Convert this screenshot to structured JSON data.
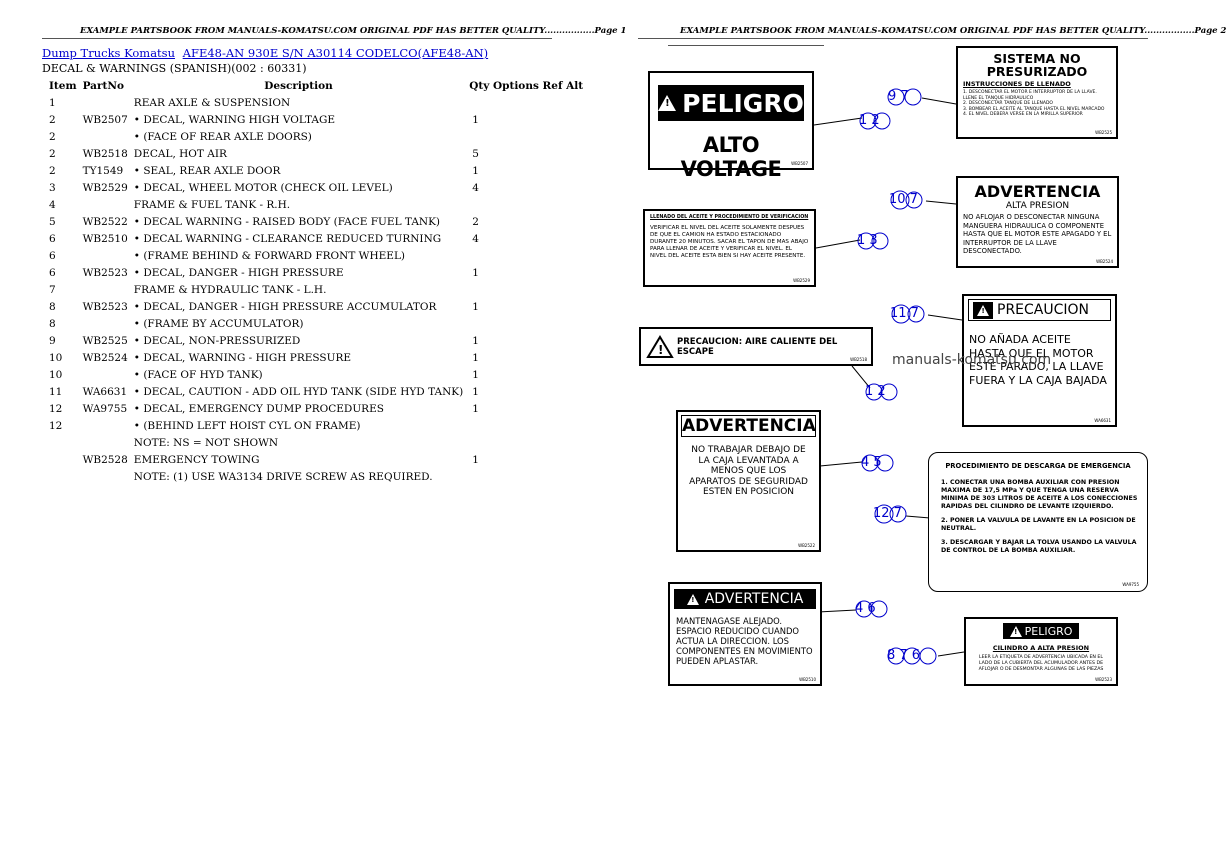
{
  "page1": {
    "header": "EXAMPLE PARTSBOOK FROM MANUALS-KOMATSU.COM ORIGINAL PDF HAS BETTER QUALITY.................Page 1",
    "breadcrumb": [
      "Dump Trucks Komatsu",
      "AFE48-AN 930E S/N A30114 CODELCO(AFE48-AN)"
    ],
    "subtitle": "DECAL & WARNINGS (SPANISH)(002 : 60331)",
    "columns": [
      "Item",
      "PartNo",
      "Description",
      "Qty",
      "Options",
      "Ref",
      "Alt"
    ],
    "rows": [
      {
        "item": "1",
        "part": "",
        "desc": "REAR AXLE & SUSPENSION",
        "qty": ""
      },
      {
        "item": "2",
        "part": "WB2507",
        "desc": "• DECAL, WARNING HIGH VOLTAGE",
        "qty": "1"
      },
      {
        "item": "2",
        "part": "",
        "desc": "• (FACE OF REAR AXLE DOORS)",
        "qty": ""
      },
      {
        "item": "2",
        "part": "WB2518",
        "desc": "DECAL, HOT AIR",
        "qty": "5"
      },
      {
        "item": "2",
        "part": "TY1549",
        "desc": "• SEAL, REAR AXLE DOOR",
        "qty": "1"
      },
      {
        "item": "3",
        "part": "WB2529",
        "desc": "• DECAL, WHEEL MOTOR (CHECK OIL LEVEL)",
        "qty": "4"
      },
      {
        "item": "4",
        "part": "",
        "desc": "FRAME & FUEL TANK - R.H.",
        "qty": ""
      },
      {
        "item": "5",
        "part": "WB2522",
        "desc": "• DECAL WARNING - RAISED BODY (FACE FUEL TANK)",
        "qty": "2"
      },
      {
        "item": "6",
        "part": "WB2510",
        "desc": "• DECAL WARNING - CLEARANCE REDUCED TURNING",
        "qty": "4"
      },
      {
        "item": "6",
        "part": "",
        "desc": "• (FRAME BEHIND & FORWARD FRONT WHEEL)",
        "qty": ""
      },
      {
        "item": "6",
        "part": "WB2523",
        "desc": "• DECAL, DANGER - HIGH PRESSURE",
        "qty": "1"
      },
      {
        "item": "7",
        "part": "",
        "desc": "FRAME & HYDRAULIC TANK - L.H.",
        "qty": ""
      },
      {
        "item": "8",
        "part": "WB2523",
        "desc": "• DECAL, DANGER - HIGH PRESSURE ACCUMULATOR",
        "qty": "1"
      },
      {
        "item": "8",
        "part": "",
        "desc": "• (FRAME BY ACCUMULATOR)",
        "qty": ""
      },
      {
        "item": "9",
        "part": "WB2525",
        "desc": "• DECAL, NON-PRESSURIZED",
        "qty": "1"
      },
      {
        "item": "10",
        "part": "WB2524",
        "desc": "• DECAL, WARNING - HIGH PRESSURE",
        "qty": "1"
      },
      {
        "item": "10",
        "part": "",
        "desc": "• (FACE OF HYD TANK)",
        "qty": "1"
      },
      {
        "item": "11",
        "part": "WA6631",
        "desc": "• DECAL, CAUTION - ADD OIL HYD TANK (SIDE HYD TANK)",
        "qty": "1"
      },
      {
        "item": "12",
        "part": "WA9755",
        "desc": "• DECAL, EMERGENCY DUMP PROCEDURES",
        "qty": "1"
      },
      {
        "item": "12",
        "part": "",
        "desc": "• (BEHIND LEFT HOIST CYL ON FRAME)",
        "qty": ""
      },
      {
        "item": "",
        "part": "",
        "desc": "NOTE: NS = NOT SHOWN",
        "qty": ""
      },
      {
        "item": "",
        "part": "WB2528",
        "desc": "EMERGENCY TOWING",
        "qty": "1"
      },
      {
        "item": "",
        "part": "",
        "desc": "NOTE: (1) USE WA3134 DRIVE SCREW AS REQUIRED.",
        "qty": ""
      }
    ]
  },
  "page2": {
    "header": "EXAMPLE PARTSBOOK FROM MANUALS-KOMATSU.COM ORIGINAL PDF HAS BETTER QUALITY.................Page 2",
    "watermark": "manuals-komatsu.com",
    "decals": {
      "peligro_voltage": {
        "line1": "PELIGRO",
        "line2": "ALTO VOLTAGE",
        "code": "WB2507"
      },
      "sistema": {
        "title1": "SISTEMA NO",
        "title2": "PRESURIZADO",
        "sub": "INSTRUCCIONES DE LLENADO",
        "items": [
          "1. DESCONECTAR EL MOTOR E INTERRUPTOR DE LA LLAVE. LLENE EL TANQUE HIDRAULICO",
          "2. DESCONECTAR TANQUE DE LLENADO",
          "3. BOMBEAR EL ACEITE AL TANQUE HASTA EL NIVEL MARCADO",
          "4. EL NIVEL DEBERA VERSE EN LA MIRILLA SUPERIOR"
        ],
        "code": "WB2525"
      },
      "llenado": {
        "title": "LLENADO DEL ACEITE Y PROCEDIMIENTO DE VERIFICACION",
        "body": "VERIFICAR EL NIVEL DEL ACEITE SOLAMENTE DESPUES DE QUE EL CAMION HA ESTADO ESTACIONADO DURANTE 20 MINUTOS. SACAR EL TAPON DE MAS ABAJO PARA LLENAR DE ACEITE Y VERIFICAR EL NIVEL. EL NIVEL DEL ACEITE ESTA BIEN SI HAY ACEITE PRESENTE.",
        "code": "WB2529"
      },
      "advertencia_presion": {
        "title": "ADVERTENCIA",
        "sub": "ALTA PRESION",
        "body": "NO AFLOJAR O DESCONECTAR NINGUNA MANGUERA HIDRAULICA O COMPONENTE HASTA QUE EL MOTOR ESTE APAGADO Y EL INTERRUPTOR DE LA LLAVE DESCONECTADO.",
        "code": "WB2524"
      },
      "aire_caliente": {
        "text": "PRECAUCION: AIRE CALIENTE DEL ESCAPE",
        "code": "WB2518"
      },
      "precaucion": {
        "title": "PRECAUCION",
        "body": "NO AÑADA ACEITE HASTA QUE EL MOTOR ESTE PARADO, LA LLAVE FUERA Y LA CAJA BAJADA",
        "code": "WA6631"
      },
      "advertencia_caja": {
        "title": "ADVERTENCIA",
        "body": "NO TRABAJAR DEBAJO DE LA CAJA LEVANTADA A MENOS QUE LOS APARATOS DE SEGURIDAD ESTEN EN POSICION",
        "code": "WB2522"
      },
      "descarga": {
        "title": "PROCEDIMIENTO DE DESCARGA DE EMERGENCIA",
        "items": [
          "1. CONECTAR UNA BOMBA AUXILIAR CON PRESION MAXIMA DE 17,5 MPa Y QUE TENGA UNA RESERVA MINIMA DE 303 LITROS DE ACEITE A LOS CONECCIONES RAPIDAS DEL CILINDRO DE LEVANTE IZQUIERDO.",
          "2. PONER LA VALVULA DE LAVANTE EN LA POSICION DE NEUTRAL.",
          "3. DESCARGAR Y BAJAR LA TOLVA USANDO LA VALVULA DE CONTROL DE LA BOMBA AUXILIAR."
        ],
        "code": "WA9755"
      },
      "advertencia_alejado": {
        "title": "ADVERTENCIA",
        "body": "MANTENAGASE ALEJADO. ESPACIO REDUCIDO CUANDO ACTUA LA DIRECCION. LOS COMPONENTES EN MOVIMIENTO PUEDEN APLASTAR.",
        "code": "WB2510"
      },
      "peligro_cilindro": {
        "title": "PELIGRO",
        "sub": "CILINDRO A ALTA PRESION",
        "body": "LEER LA ETIQUETA DE ADVERTENCIA UBICADA EN EL LADO DE LA CUBIERTA DEL ACUMULADOR ANTES DE AFLOJAR O DE DESMONTAR ALGUNAS DE LAS PIEZAS",
        "code": "WB2523"
      }
    },
    "callouts": {
      "c1": "1 2",
      "c2": "9 7",
      "c3": "1 3",
      "c4": "10 7",
      "c5": "11 7",
      "c6": "1 2",
      "c7": "4 5",
      "c8": "12 7",
      "c9": "4 6",
      "c10": "8 7 6"
    }
  }
}
